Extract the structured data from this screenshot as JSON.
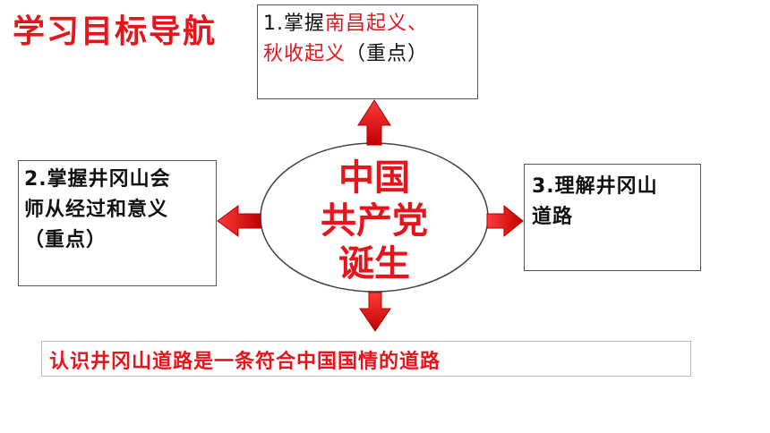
{
  "title": "学习目标导航",
  "center": {
    "lines": [
      "中国",
      "共产党",
      "诞生"
    ]
  },
  "goal1": {
    "prefix": "1.掌握",
    "highlight1": "南昌起义、",
    "highlight2": "秋收起义",
    "suffix": "（重点）"
  },
  "goal2": {
    "line1": "2.掌握井冈山会",
    "line2": "师从经过和意义",
    "line3": "（重点）"
  },
  "goal3": {
    "line1": "3.理解井冈山",
    "line2": "道路"
  },
  "conclusion": "认识井冈山道路是一条符合中国国情的道路",
  "colors": {
    "accent": "#e8141b",
    "arrow_dark": "#c00000"
  }
}
